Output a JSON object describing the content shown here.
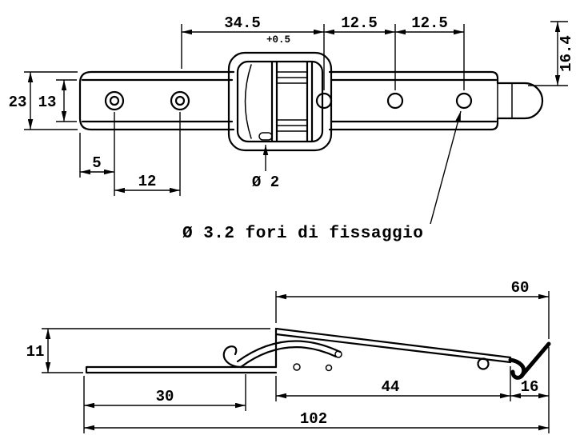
{
  "drawing": {
    "background": "#ffffff",
    "line_color": "#000000"
  },
  "top_view": {
    "dim_hole_span": "34.5",
    "dim_hole_span_tol": "+0.5",
    "dim_hole_pitch_1": "12.5",
    "dim_hole_pitch_2": "12.5",
    "dim_end_height": "16.4",
    "dim_plate_width": "23",
    "dim_inner_width": "13",
    "dim_edge_to_hole": "5",
    "dim_hole_pitch_left": "12",
    "dim_slot_dia": "Ø 2",
    "note_fixing_holes": "Ø 3.2 fori di fissaggio"
  },
  "side_view": {
    "dim_lever_length": "60",
    "dim_height": "11",
    "dim_base_left": "30",
    "dim_lever_flat": "44",
    "dim_hook": "16",
    "dim_total_length": "102"
  }
}
